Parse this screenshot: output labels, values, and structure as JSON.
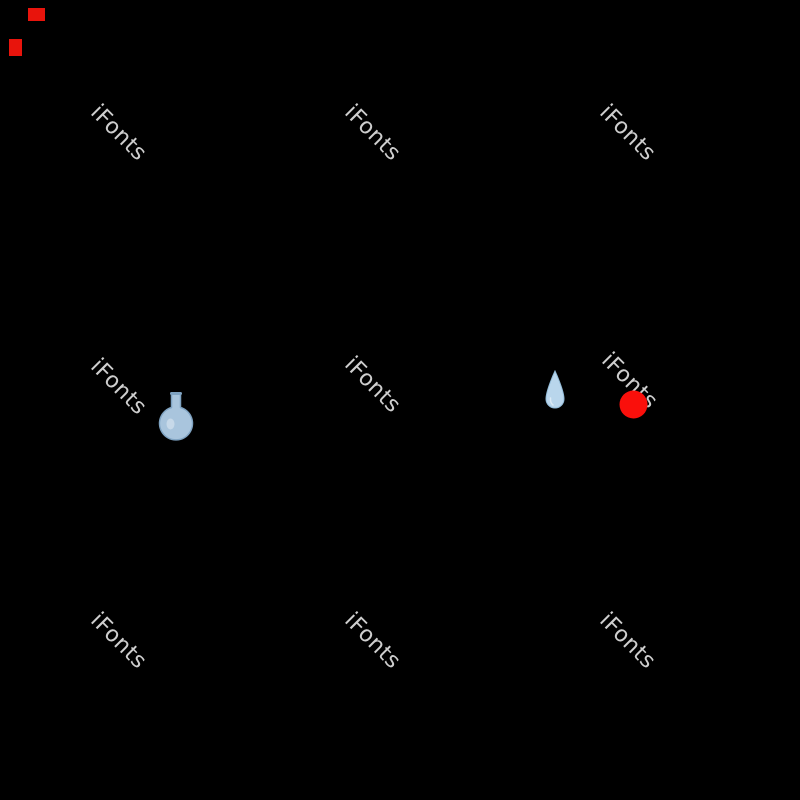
{
  "canvas": {
    "background_color": "#000000"
  },
  "watermark": {
    "text": "iFonts",
    "color": "rgba(242,242,242,0.85)",
    "rotation_deg": 45,
    "count": 9
  },
  "corner_marks": {
    "color": "#e8140c"
  },
  "icons": {
    "flask": {
      "name": "round-bottom-flask",
      "fill": "#a9c5dd",
      "stroke": "#7fa3c2"
    },
    "droplet": {
      "name": "water-droplet",
      "fill": "#b9d6ec",
      "stroke": "#93bcd9"
    },
    "red_dot": {
      "name": "red-dot",
      "fill": "#fa0f0b"
    }
  }
}
